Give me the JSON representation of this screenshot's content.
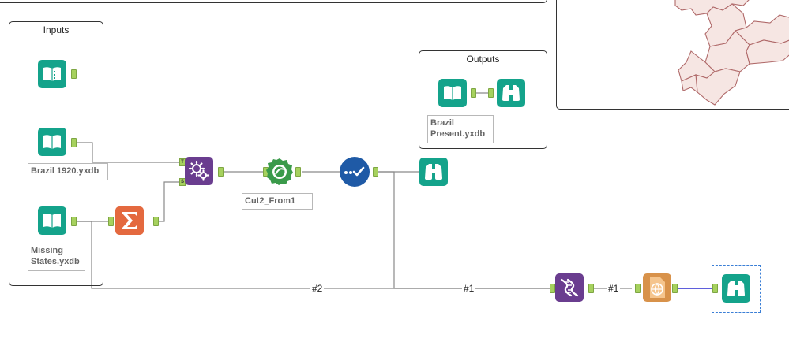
{
  "containers": {
    "inputs_title": "Inputs",
    "outputs_title": "Outputs"
  },
  "annotations": {
    "brazil_1920": "Brazil 1920.yxdb",
    "missing_states": "Missing States.yxdb",
    "cut2_from1": "Cut2_From1",
    "brazil_present": "Brazil Present.yxdb"
  },
  "anchors": {
    "t_label": "T",
    "s_label": "S"
  },
  "connections": {
    "label_2": "#2",
    "label_1a": "#1",
    "label_1b": "#1"
  },
  "icons": {
    "input": "book-icon",
    "browse": "binoculars-icon",
    "join": "gears-icon",
    "summarize": "sigma-icon",
    "spatial": "donut-icon",
    "select": "checkmark-icon",
    "append": "dna-icon",
    "render": "globe-icon"
  },
  "colors": {
    "teal": "#14a38b",
    "purple": "#6a3d8f",
    "orange": "#e4693f",
    "blue": "#1f5aa6",
    "green": "#3a9a4a",
    "tan": "#d8924a",
    "anchor": "#a6d15e",
    "map_fill": "#f6e6e3",
    "map_stroke": "#b06a6a",
    "selected_wire": "#2a2ad0"
  }
}
